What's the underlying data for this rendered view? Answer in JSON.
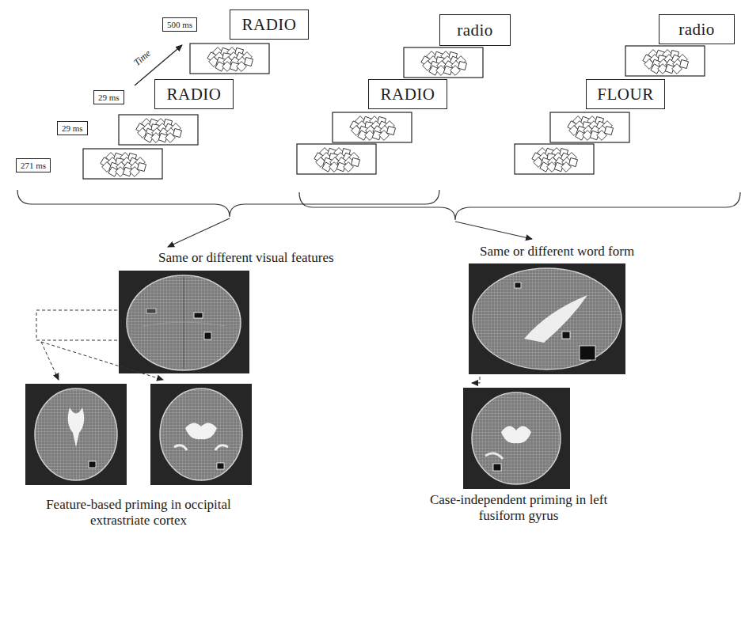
{
  "diagram": {
    "nodes": [
      {
        "text": [
          "500 ms"
        ]
      },
      {
        "text": [
          "RADIO"
        ]
      },
      {
        "text": [
          "29 ms"
        ]
      },
      {
        "text": [
          "RADIO"
        ]
      },
      {
        "text": [
          "29 ms"
        ]
      },
      {
        "text": [
          "271 ms"
        ]
      },
      {
        "text": [
          "radio"
        ]
      },
      {
        "text": [
          "RADIO"
        ]
      },
      {
        "text": [
          "radio"
        ]
      },
      {
        "text": [
          "FLOUR"
        ]
      }
    ],
    "labels": [
      "Time",
      "Same or different visual features",
      "Same or different word form",
      "Feature-based priming in occipital extrastriate cortex",
      "Case-independent priming in left fusiform gyrus"
    ]
  }
}
